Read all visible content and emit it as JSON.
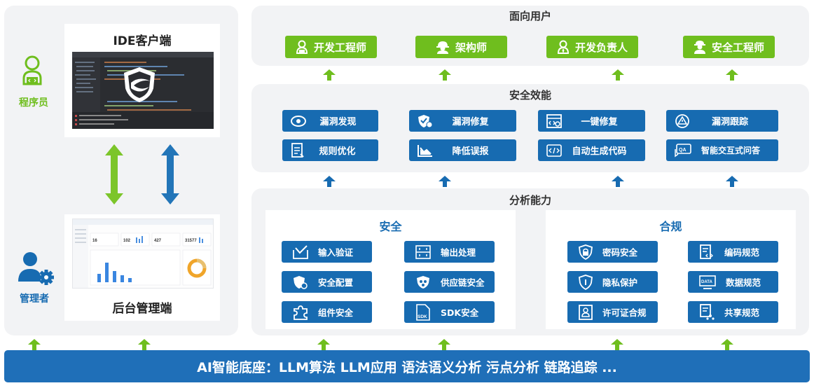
{
  "user_section": {
    "title": "面向用户",
    "users": [
      "开发工程师",
      "架构师",
      "开发负责人",
      "安全工程师"
    ]
  },
  "efficiency_section": {
    "title": "安全效能",
    "items": [
      "漏洞发现",
      "漏洞修复",
      "一键修复",
      "漏洞跟踪",
      "规则优化",
      "降低误报",
      "自动生成代码",
      "智能交互式问答"
    ]
  },
  "analysis_section": {
    "title": "分析能力",
    "security": {
      "title": "安全",
      "items": [
        "输入验证",
        "输出处理",
        "安全配置",
        "供应链安全",
        "组件安全",
        "SDK安全"
      ]
    },
    "compliance": {
      "title": "合规",
      "items": [
        "密码安全",
        "编码规范",
        "隐私保护",
        "数据规范",
        "许可证合规",
        "共享规范"
      ]
    }
  },
  "left_panel": {
    "ide_title": "IDE客户端",
    "admin_title": "后台管理端",
    "programmer_label": "程序员",
    "admin_label": "管理者"
  },
  "base_bar": {
    "text": "AI智能底座：LLM算法 LLM应用 语法语义分析 污点分析 链路追踪 ..."
  },
  "colors": {
    "green": "#6fbe1e",
    "blue": "#176bb1",
    "panel_bg": "#f2f3f5"
  }
}
